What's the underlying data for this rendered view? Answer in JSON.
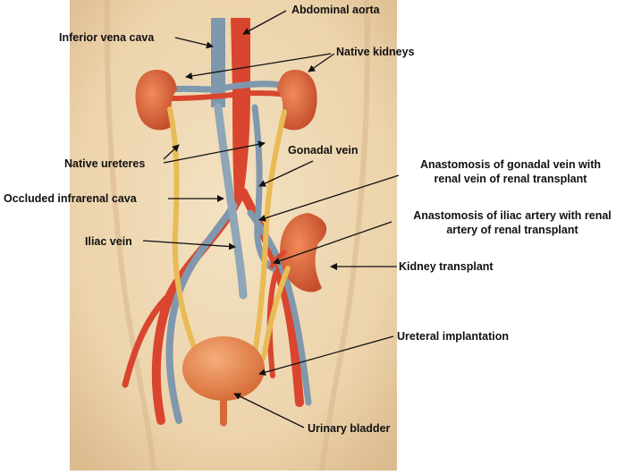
{
  "labels": {
    "abdominal_aorta": "Abdominal aorta",
    "inferior_vena_cava": "Inferior vena cava",
    "native_kidneys": "Native kidneys",
    "native_ureteres": "Native ureteres",
    "gonadal_vein": "Gonadal vein",
    "anastomosis_gonadal_line1": "Anastomosis of gonadal vein with",
    "anastomosis_gonadal_line2": "renal vein of renal transplant",
    "occluded_infrarenal_cava": "Occluded infrarenal cava",
    "anastomosis_iliac_line1": "Anastomosis of iliac artery with renal",
    "anastomosis_iliac_line2": "artery of renal transplant",
    "iliac_vein": "Iliac vein",
    "kidney_transplant": "Kidney transplant",
    "ureteral_implantation": "Ureteral implantation",
    "urinary_bladder": "Urinary bladder"
  },
  "colors": {
    "skin": "#efd9b4",
    "skin_shadow": "#d9b98e",
    "artery": "#d9452e",
    "vein": "#7f98ad",
    "kidney": "#dd6a3c",
    "ureter": "#e9bb55",
    "bladder": "#e88a4e",
    "pointer": "#111111"
  }
}
